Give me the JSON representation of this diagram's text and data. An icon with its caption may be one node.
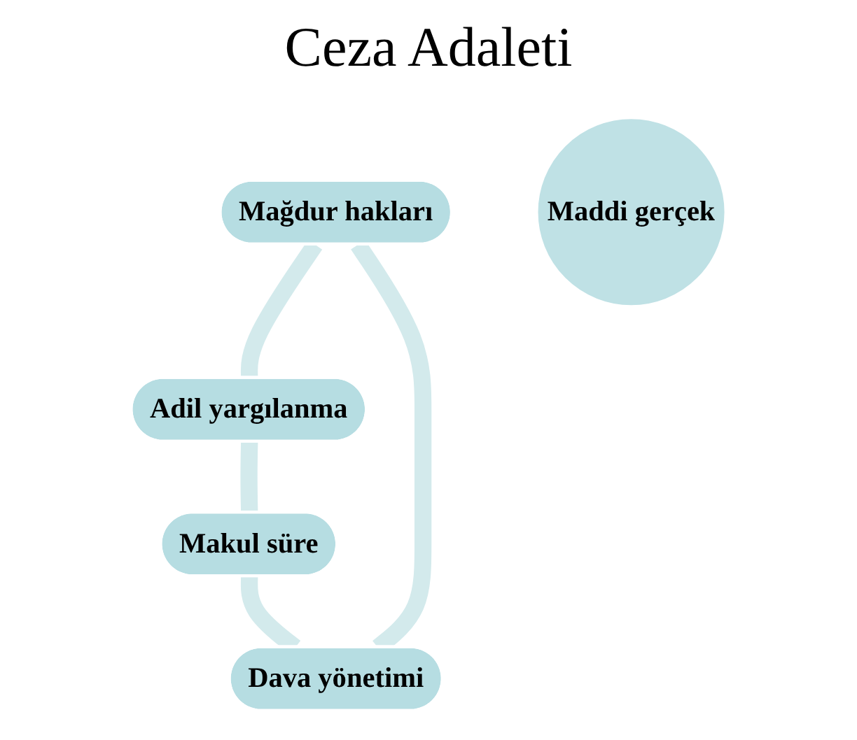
{
  "diagram": {
    "title": "Ceza Adaleti",
    "nodes": [
      {
        "text": [
          "Mağdur hakları"
        ]
      },
      {
        "text": [
          "Dava yönetimi"
        ]
      },
      {
        "text": [
          "Maddi gerçek"
        ]
      },
      {
        "text": [
          "Adil yargılanma"
        ]
      },
      {
        "text": [
          "Makul süre"
        ]
      }
    ],
    "edges": [
      {
        "from": 0,
        "to": 3,
        "arrow": "none"
      },
      {
        "from": 3,
        "to": 4,
        "arrow": "none"
      },
      {
        "from": 4,
        "to": 1,
        "arrow": "none"
      },
      {
        "from": 1,
        "to": 0,
        "arrow": "none"
      }
    ]
  }
}
